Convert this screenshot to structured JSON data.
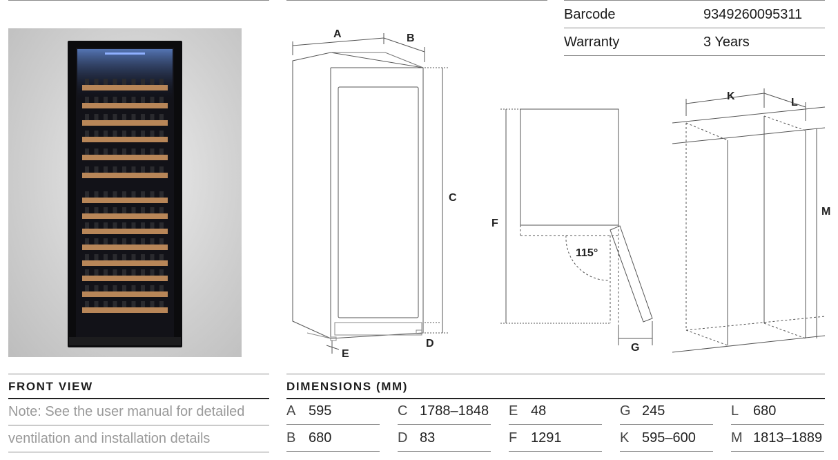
{
  "specs": [
    {
      "label": "Barcode",
      "value": "9349260095311"
    },
    {
      "label": "Warranty",
      "value": "3 Years"
    }
  ],
  "diagram_labels": {
    "A": "A",
    "B": "B",
    "C": "C",
    "D": "D",
    "E": "E",
    "F": "F",
    "G": "G",
    "K": "K",
    "L": "L",
    "M": "M",
    "angle": "115°"
  },
  "front_view": {
    "title": "FRONT VIEW",
    "note_line1": "Note: See the user manual for detailed",
    "note_line2": "ventilation and installation details"
  },
  "dimensions": {
    "title": "DIMENSIONS (MM)",
    "cells": [
      {
        "letter": "A",
        "value": "595"
      },
      {
        "letter": "B",
        "value": "680"
      },
      {
        "letter": "C",
        "value": "1788–1848"
      },
      {
        "letter": "D",
        "value": "83"
      },
      {
        "letter": "E",
        "value": "48"
      },
      {
        "letter": "F",
        "value": "1291"
      },
      {
        "letter": "G",
        "value": "245"
      },
      {
        "letter": "K",
        "value": "595–600"
      },
      {
        "letter": "L",
        "value": "680"
      },
      {
        "letter": "M",
        "value": "1813–1889"
      }
    ]
  }
}
